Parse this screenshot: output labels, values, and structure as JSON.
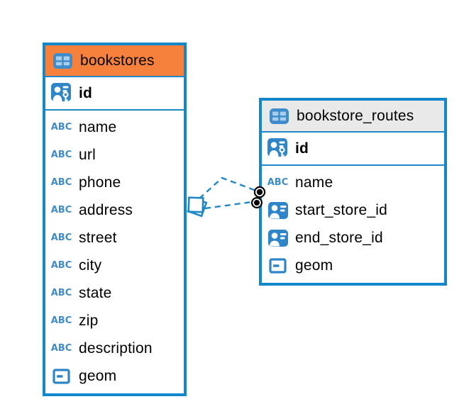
{
  "diagram": {
    "colors": {
      "table_border": "#1287CA",
      "separator": "#2088C9",
      "icon_blue": "#2E86C8",
      "icon_cell_blue": "#A9CEEC",
      "abc_blue": "#3E8CCA",
      "relationship_line": "#1E87C8",
      "selected_header": "#F6813C",
      "plain_header": "#E9E9E9",
      "background": "#FFFFFF",
      "text": "#000000"
    },
    "tables": [
      {
        "name": "bookstores",
        "header_color": "#F6813C",
        "header_icon": "table-icon",
        "primary_key": {
          "name": "id",
          "icon": "primary-key-icon"
        },
        "columns": [
          {
            "name": "name",
            "icon": "text-type-icon"
          },
          {
            "name": "url",
            "icon": "text-type-icon"
          },
          {
            "name": "phone",
            "icon": "text-type-icon"
          },
          {
            "name": "address",
            "icon": "text-type-icon"
          },
          {
            "name": "street",
            "icon": "text-type-icon"
          },
          {
            "name": "city",
            "icon": "text-type-icon"
          },
          {
            "name": "state",
            "icon": "text-type-icon"
          },
          {
            "name": "zip",
            "icon": "text-type-icon"
          },
          {
            "name": "description",
            "icon": "text-type-icon"
          },
          {
            "name": "geom",
            "icon": "geometry-type-icon"
          }
        ]
      },
      {
        "name": "bookstore_routes",
        "header_color": "#E9E9E9",
        "header_icon": "table-icon",
        "primary_key": {
          "name": "id",
          "icon": "primary-key-icon"
        },
        "columns": [
          {
            "name": "name",
            "icon": "text-type-icon"
          },
          {
            "name": "start_store_id",
            "icon": "reference-type-icon"
          },
          {
            "name": "end_store_id",
            "icon": "reference-type-icon"
          },
          {
            "name": "geom",
            "icon": "geometry-type-icon"
          }
        ]
      }
    ],
    "relationship": {
      "from_table": "bookstore_routes",
      "from_columns": [
        "start_store_id",
        "end_store_id"
      ],
      "to_table": "bookstores",
      "to_column": "id",
      "line_style": "dashed",
      "line_color": "#1E87C8",
      "source_marker": "overlapping-squares",
      "target_marker": "stacked-filled-circles"
    },
    "icon_glyphs": {
      "text_type": "ABC"
    }
  }
}
